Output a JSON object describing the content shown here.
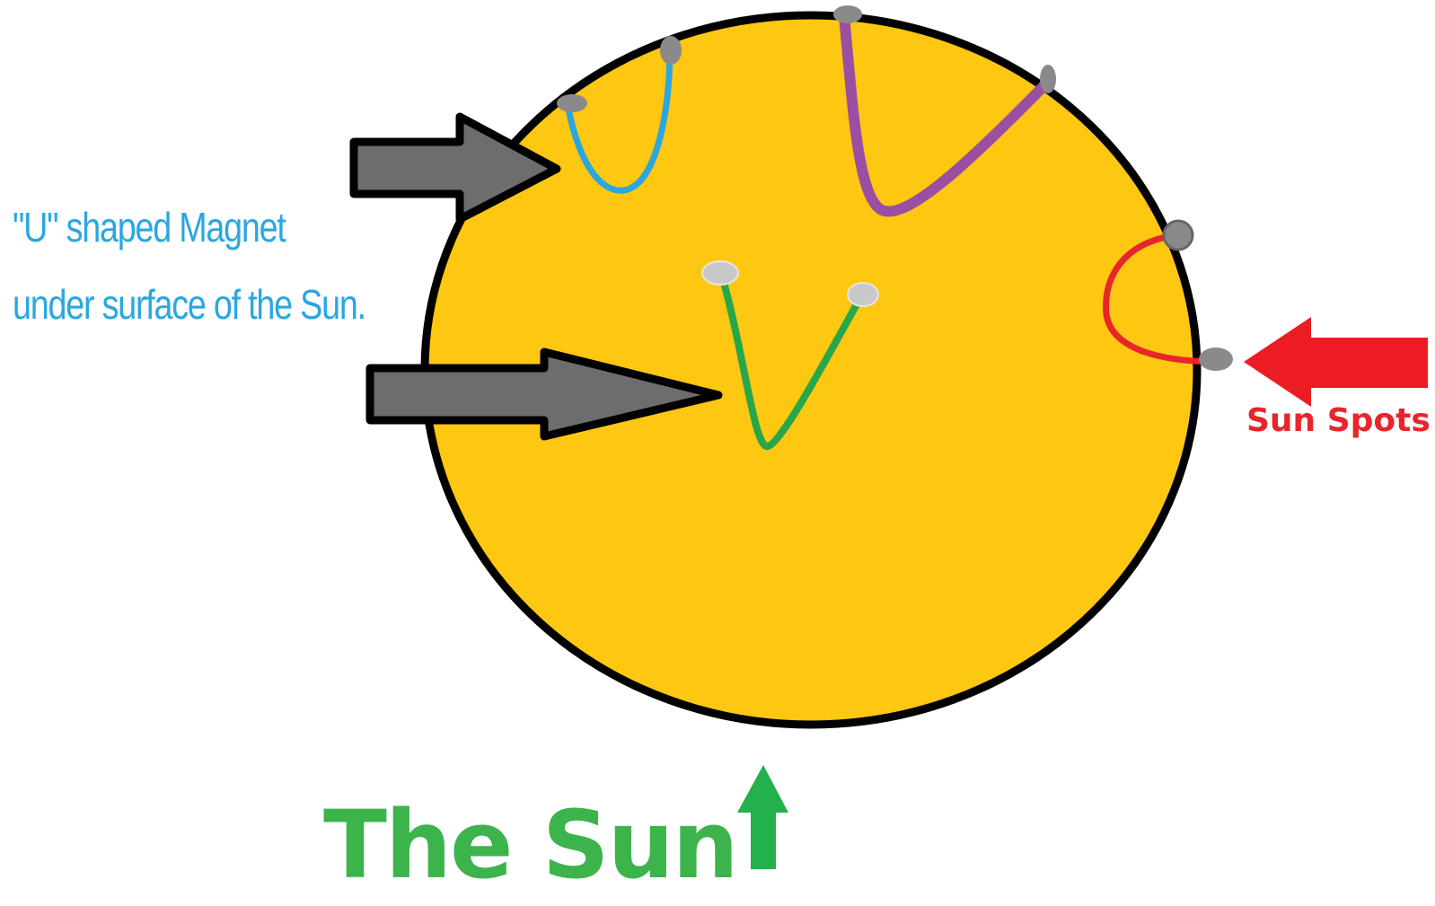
{
  "labels": {
    "magnet_line_1": "\"U\" shaped Magnet",
    "magnet_line_2": "under surface of the Sun.",
    "sun_spots": "Sun Spots",
    "sun_title": "The Sun"
  },
  "colors": {
    "sun_fill": "#fdc712",
    "outline": "#000000",
    "pointer_arrow": "#6d6d6d",
    "magnet_label": "#2aa7df",
    "sun_spots_label": "#e8252b",
    "sun_title": "#3cb44b",
    "blue_loop": "#2ba6df",
    "purple_loop": "#9a4fa3",
    "green_loop": "#27a64b",
    "red_loop": "#e8252b",
    "spot_dark": "#8a8a8a",
    "spot_light": "#c8c8c8"
  },
  "icons": {
    "upper_pointer": "right-arrow-icon",
    "lower_pointer": "right-arrow-icon",
    "sun_spots_pointer": "left-arrow-icon",
    "sun_title_pointer": "up-arrow-icon"
  }
}
